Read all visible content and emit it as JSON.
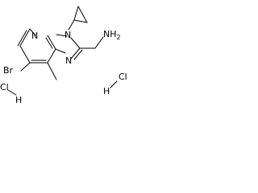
{
  "molecule": {
    "atoms": {
      "br": "Br",
      "n_pyridine": "N",
      "n_imidazole_bottom": "N",
      "n_imidazole_top": "N",
      "n_amine": "NH",
      "amine_h_sub": "2"
    },
    "salts": [
      {
        "h": "H",
        "cl": "Cl"
      },
      {
        "h": "H",
        "cl": "Cl"
      }
    ]
  }
}
